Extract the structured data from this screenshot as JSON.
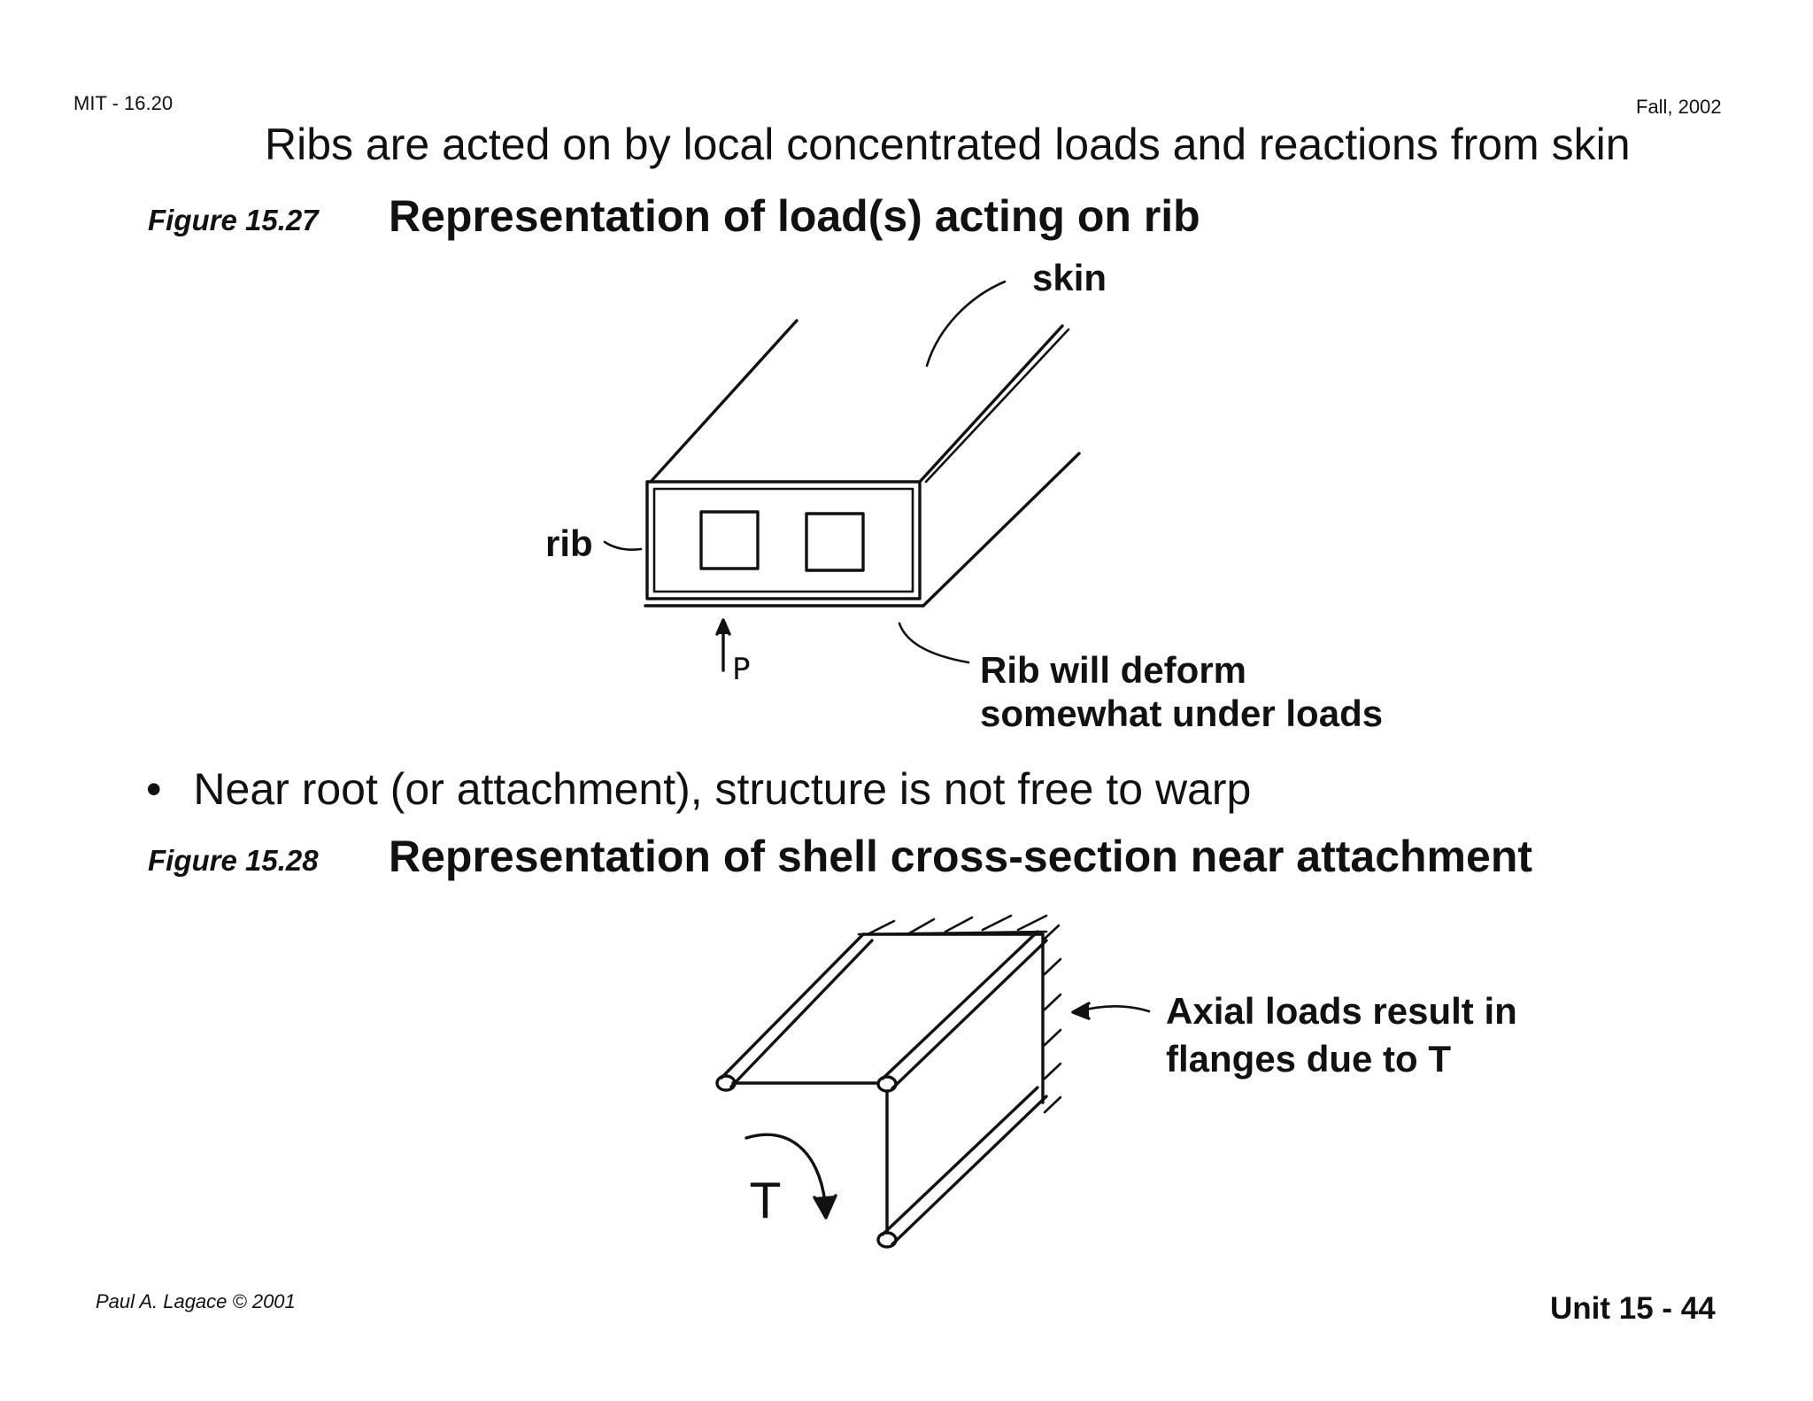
{
  "header": {
    "course": "MIT - 16.20",
    "term": "Fall, 2002"
  },
  "intro_line": "Ribs are acted on by local concentrated loads and reactions from skin",
  "figure1": {
    "label": "Figure 15.27",
    "title": "Representation of load(s) acting on rib",
    "skin_label": "skin",
    "rib_label": "rib",
    "load_label": "P",
    "deform_note": [
      "Rib will deform",
      "somewhat under loads"
    ]
  },
  "bullet": {
    "symbol": "•",
    "text": "Near root (or attachment), structure is not free to warp"
  },
  "figure2": {
    "label": "Figure 15.28",
    "title": "Representation of shell cross-section near attachment",
    "torque_label": "T",
    "axial_note": [
      "Axial loads result in",
      "flanges due to T"
    ]
  },
  "footer": {
    "author": "Paul A. Lagace © 2001",
    "page": "Unit 15 - 44"
  }
}
